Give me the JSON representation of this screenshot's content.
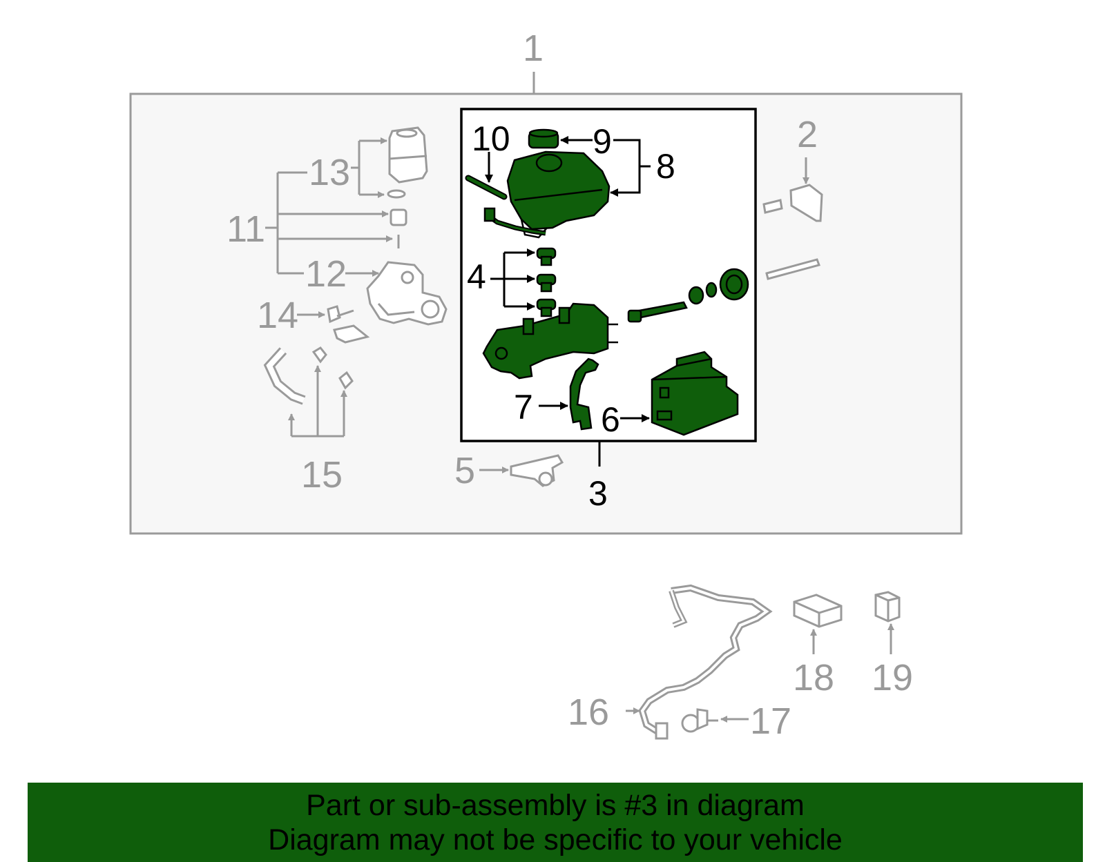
{
  "colors": {
    "highlight_fill": "#0f5e0b",
    "grey_line": "#9a9a9a",
    "panel_fill": "#f7f7f7",
    "banner_bg": "#0f5e0b"
  },
  "callouts": {
    "c1": "1",
    "c2": "2",
    "c3": "3",
    "c4": "4",
    "c5": "5",
    "c6": "6",
    "c7": "7",
    "c8": "8",
    "c9": "9",
    "c10": "10",
    "c11": "11",
    "c12": "12",
    "c13": "13",
    "c14": "14",
    "c15": "15",
    "c16": "16",
    "c17": "17",
    "c18": "18",
    "c19": "19"
  },
  "banner": {
    "line1": "Part or sub-assembly is #3 in diagram",
    "line2": "Diagram may not be specific to your vehicle"
  }
}
